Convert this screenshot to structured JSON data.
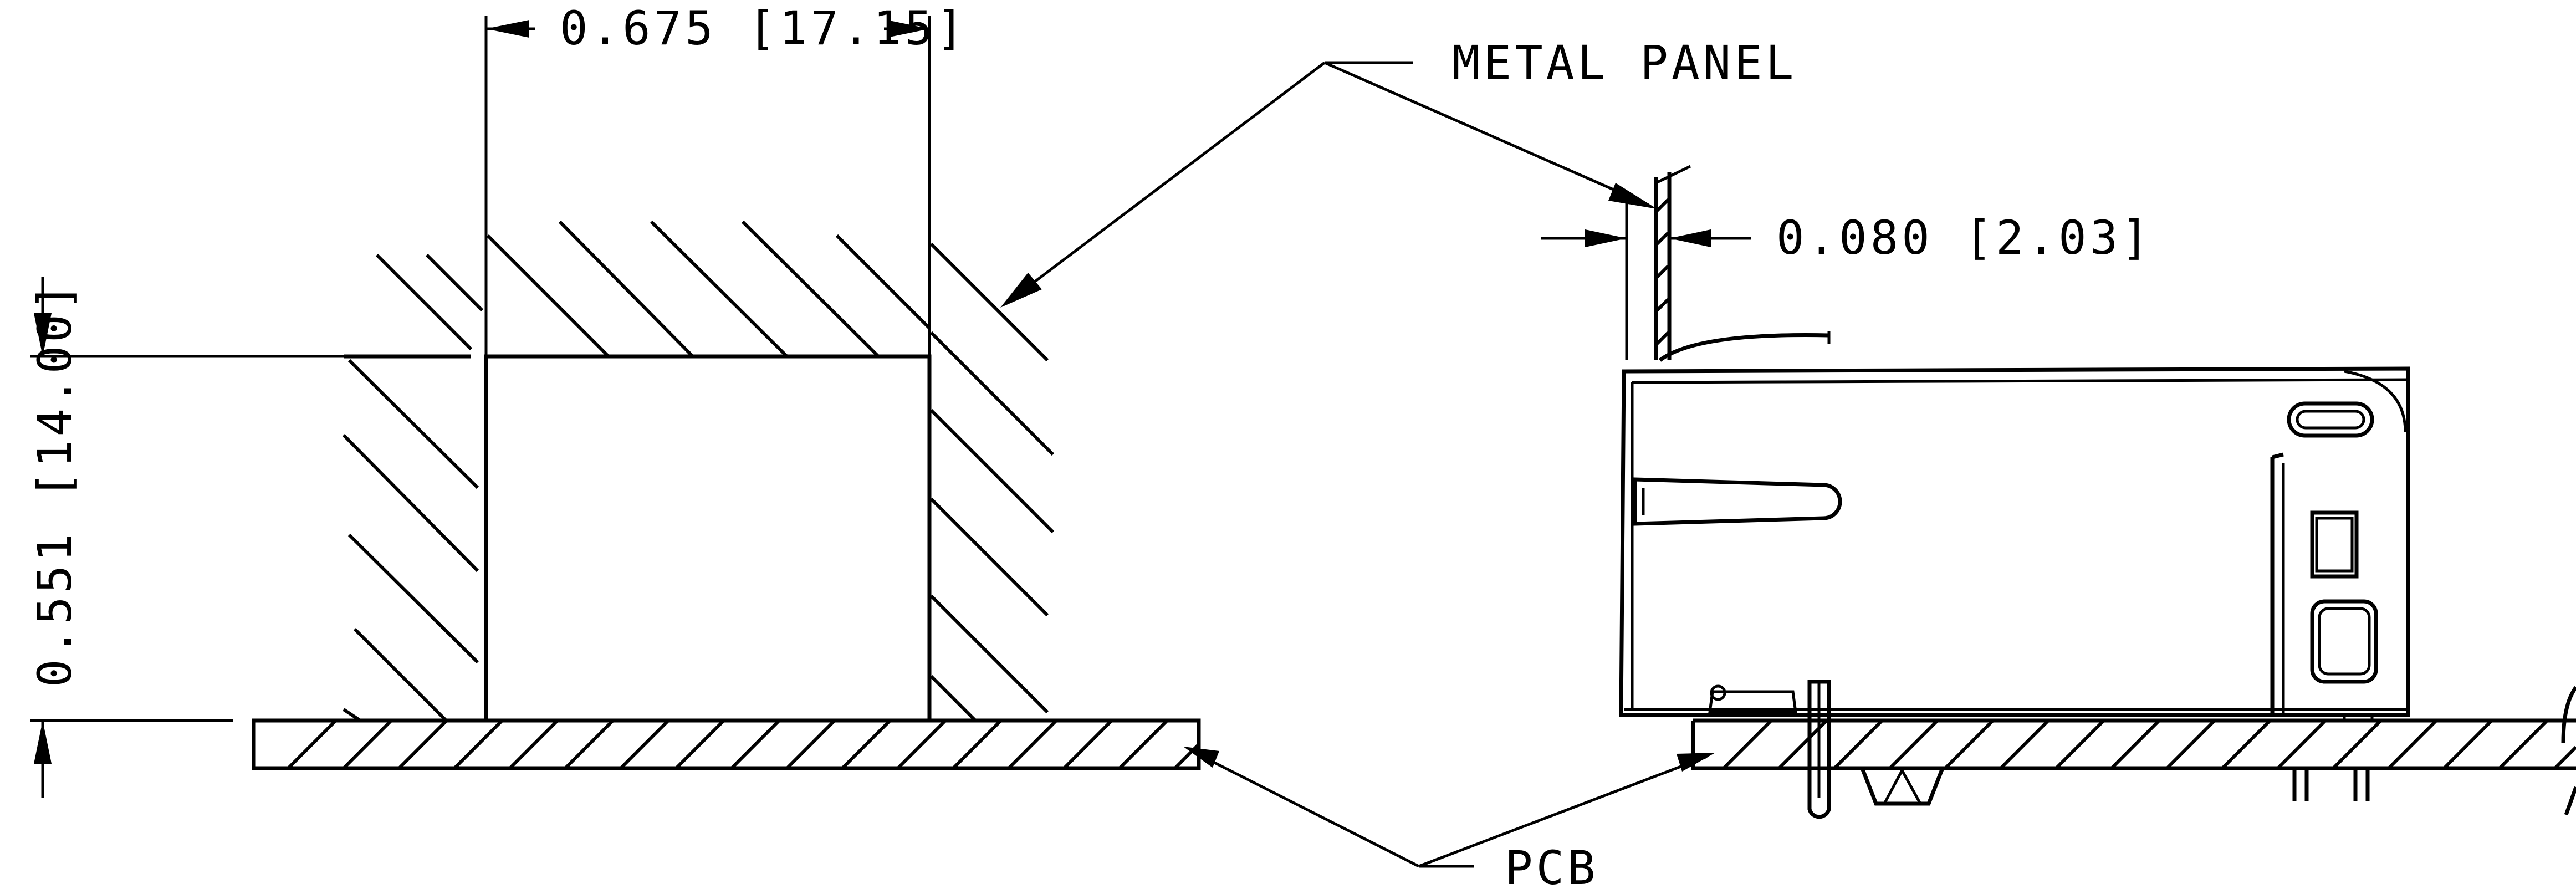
{
  "labels": {
    "metal_panel": "METAL PANEL",
    "pcb": "PCB",
    "width_dim": "0.675 [17.15]",
    "height_dim": "0.551 [14.00]",
    "panel_thickness_dim": "0.080 [2.03]"
  },
  "colors": {
    "line": "#000000",
    "background": "#ffffff"
  }
}
